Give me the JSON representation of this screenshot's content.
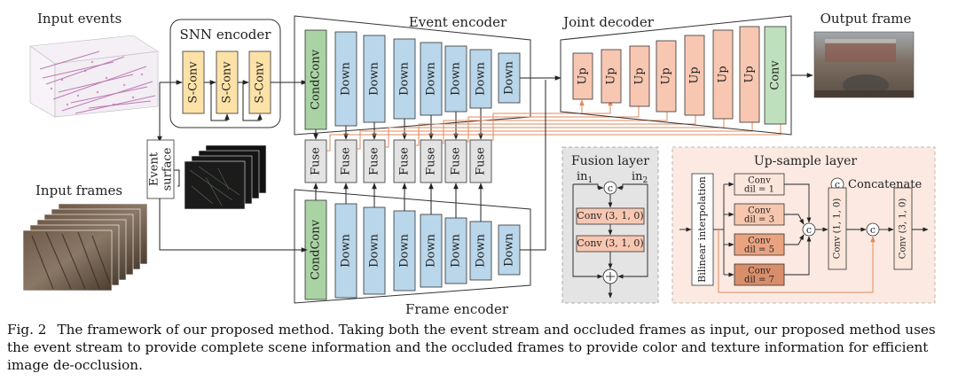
{
  "labels": {
    "input_events": "Input events",
    "snn_encoder": "SNN encoder",
    "event_encoder": "Event encoder",
    "joint_decoder": "Joint decoder",
    "output_frame": "Output frame",
    "input_frames": "Input frames",
    "event_surface": [
      "Event",
      "surface"
    ],
    "es": "E",
    "es_sup": "s",
    "frame_encoder": "Frame encoder",
    "fusion_layer": "Fusion layer",
    "upsample_layer": "Up-sample layer",
    "concatenate": "Concatenate",
    "concat_symbol": "c"
  },
  "blocks": {
    "sconv": "S-Conv",
    "condconv": "CondConv",
    "down": "Down",
    "fuse": "Fuse",
    "up": "Up",
    "conv": "Conv"
  },
  "fusion": {
    "in1": "in",
    "in1_sub": "1",
    "in2": "in",
    "in2_sub": "2",
    "conv_a": "Conv (3, 1, 0)",
    "conv_b": "Conv (3, 1, 0)"
  },
  "upsample": {
    "bilinear": "Bilinear interpolation",
    "branches": [
      {
        "line1": "Conv",
        "line2": "dil = 1",
        "color": "#fbe6dc"
      },
      {
        "line1": "Conv",
        "line2": "dil = 3",
        "color": "#f6c7ae"
      },
      {
        "line1": "Conv",
        "line2": "dil = 5",
        "color": "#eaa381"
      },
      {
        "line1": "Conv",
        "line2": "dil = 7",
        "color": "#d98e6b"
      }
    ],
    "conv_a": "Conv (1, 1, 0)",
    "conv_b": "Conv (3, 1, 0)"
  },
  "colors": {
    "sconv": "#fde2a8",
    "condconv": "#a9d3a3",
    "down": "#b9d6ea",
    "fuse": "#e3e3e3",
    "up": "#f8c7b2",
    "conv_green": "#bfe0bd",
    "fusion_bg": "#e4e4e4",
    "upsample_bg": "#fbe9e2",
    "orange_line": "#e18a5c"
  },
  "caption": {
    "label": "Fig. 2",
    "text": "The framework of our proposed method. Taking both the event stream and occluded frames as input, our proposed method uses the event stream to provide complete scene information and the occluded frames to provide color and texture information for efficient image de-occlusion."
  }
}
